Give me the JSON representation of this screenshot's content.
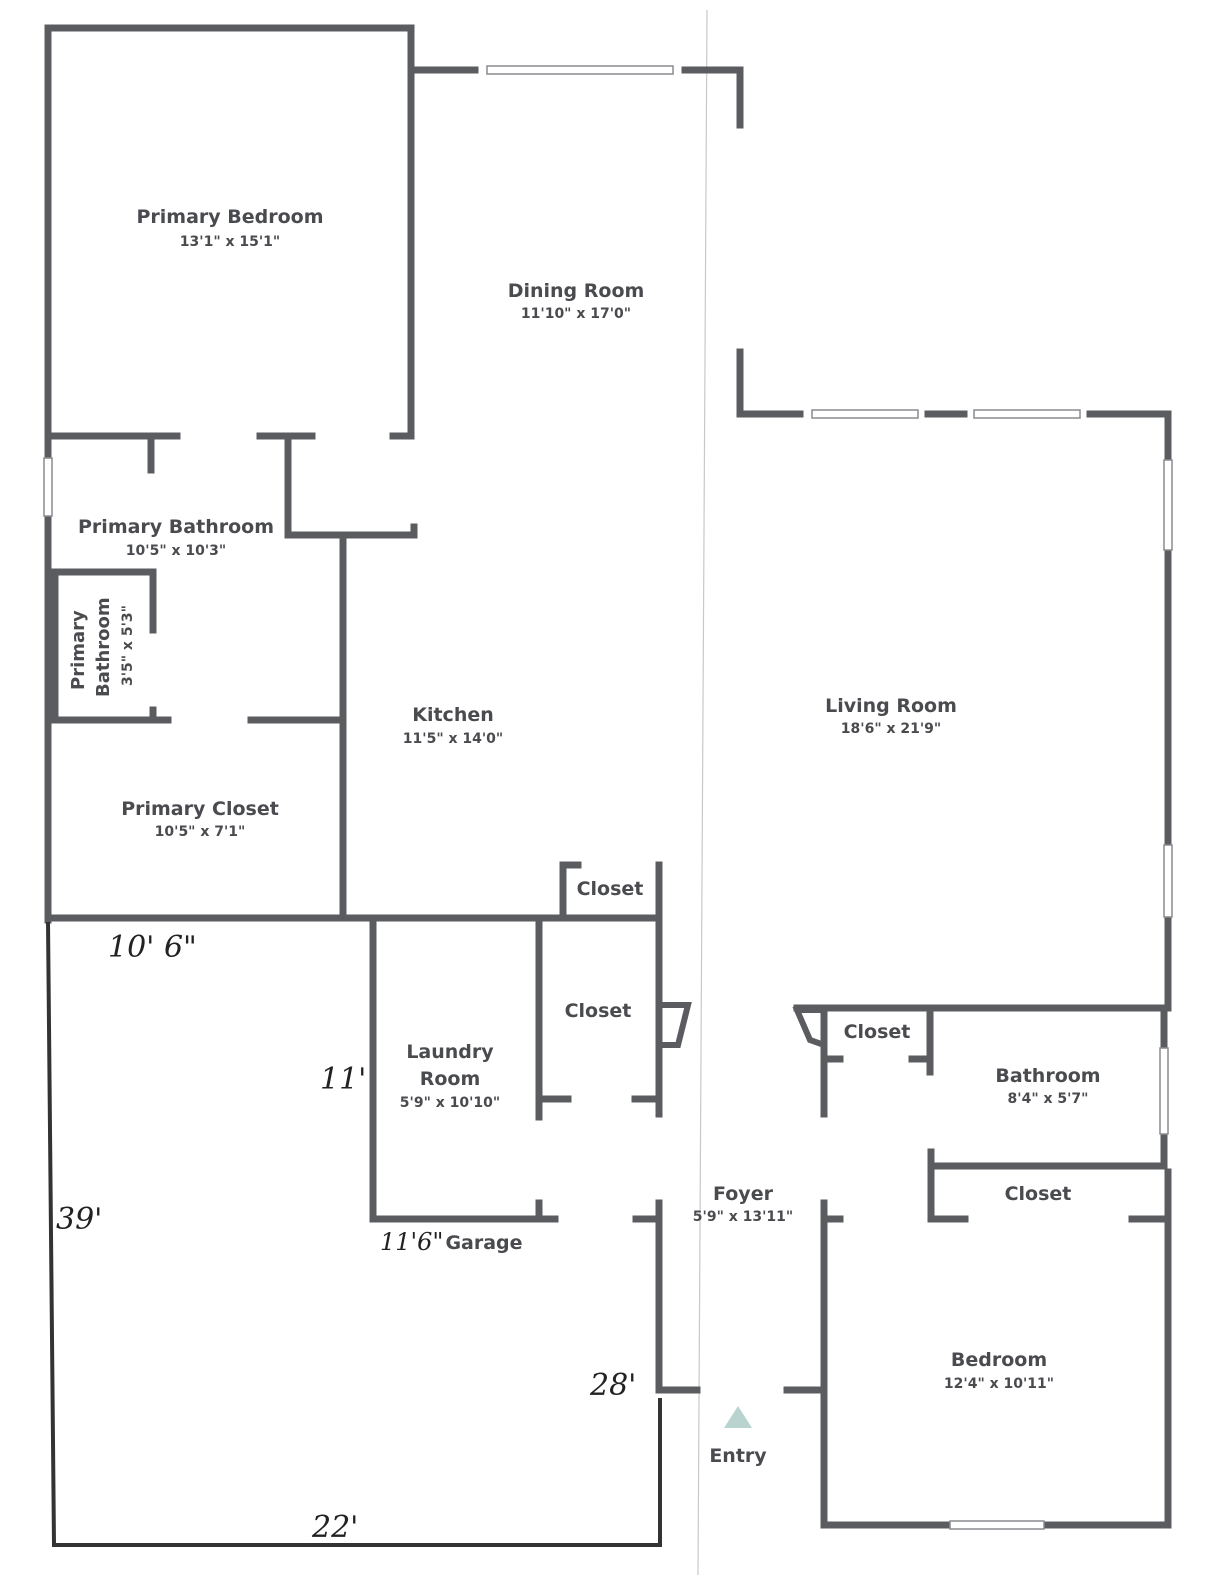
{
  "rooms": {
    "primary_bedroom": {
      "name": "Primary Bedroom",
      "dims": "13'1\" x 15'1\""
    },
    "dining_room": {
      "name": "Dining Room",
      "dims": "11'10\" x 17'0\""
    },
    "primary_bathroom": {
      "name": "Primary Bathroom",
      "dims": "10'5\" x 10'3\""
    },
    "primary_bathroom_small": {
      "name_line1": "Primary",
      "name_line2": "Bathroom",
      "dims": "3'5\" x 5'3\""
    },
    "kitchen": {
      "name": "Kitchen",
      "dims": "11'5\" x 14'0\""
    },
    "living_room": {
      "name": "Living Room",
      "dims": "18'6\" x 21'9\""
    },
    "primary_closet": {
      "name": "Primary Closet",
      "dims": "10'5\" x 7'1\""
    },
    "closet_kitchen": {
      "name": "Closet"
    },
    "closet_hall": {
      "name": "Closet"
    },
    "laundry_room": {
      "name_line1": "Laundry",
      "name_line2": "Room",
      "dims": "5'9\" x 10'10\""
    },
    "closet_right": {
      "name": "Closet"
    },
    "bathroom": {
      "name": "Bathroom",
      "dims": "8'4\" x 5'7\""
    },
    "foyer": {
      "name": "Foyer",
      "dims": "5'9\" x 13'11\""
    },
    "closet_bedroom": {
      "name": "Closet"
    },
    "garage": {
      "name": "Garage"
    },
    "bedroom": {
      "name": "Bedroom",
      "dims": "12'4\" x 10'11\""
    },
    "entry": {
      "name": "Entry"
    }
  },
  "handwritten": {
    "garage_top": "10' 6\"",
    "garage_side": "11'",
    "garage_left": "39'",
    "laundry_bottom": "11'6\"",
    "garage_right": "28'",
    "garage_bottom": "22'"
  },
  "colors": {
    "wall": "#5a5c60",
    "text": "#4a4b4f",
    "handwriting": "#222222"
  }
}
